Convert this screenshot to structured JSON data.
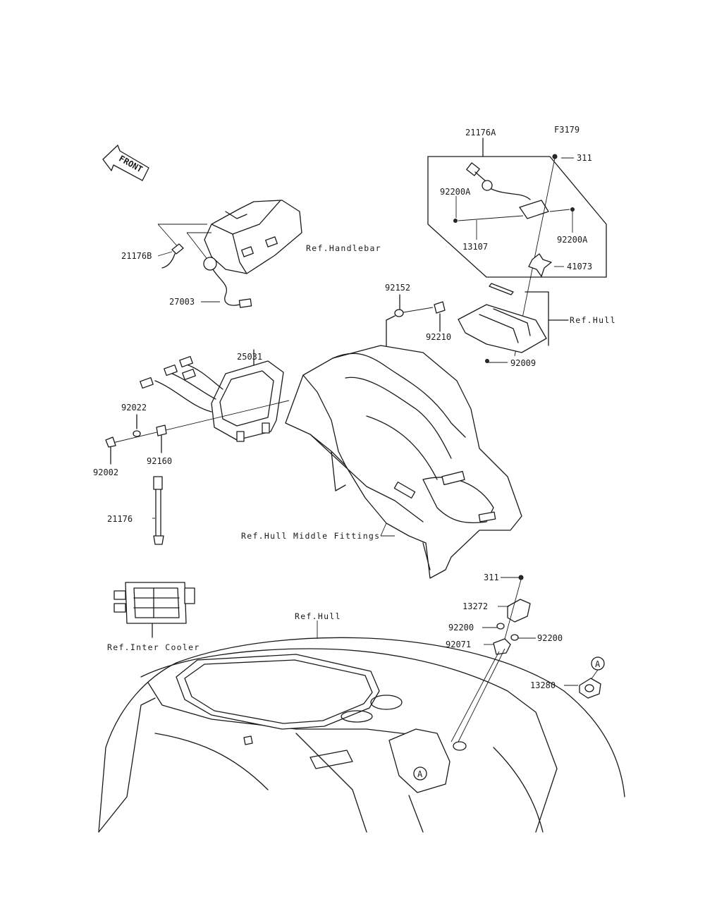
{
  "figure_code": "F3179",
  "front_label": "FRONT",
  "circle_marker": "A",
  "parts": {
    "p21176A": "21176A",
    "p311_top": "311",
    "p92200A_left": "92200A",
    "p92200A_right": "92200A",
    "p13107": "13107",
    "p41073": "41073",
    "p21176B": "21176B",
    "p27003": "27003",
    "p92152": "92152",
    "p92210": "92210",
    "p92009": "92009",
    "p25031": "25031",
    "p92022": "92022",
    "p92002": "92002",
    "p92160": "92160",
    "p21176": "21176",
    "p311_bottom": "311",
    "p13272": "13272",
    "p92200_left": "92200",
    "p92200_right": "92200",
    "p92071": "92071",
    "p13280": "13280"
  },
  "references": {
    "handlebar": "Ref.Handlebar",
    "hull_top": "Ref.Hull",
    "hull_middle": "Ref.Hull Middle Fittings",
    "hull_bottom": "Ref.Hull",
    "inter_cooler": "Ref.Inter Cooler"
  }
}
